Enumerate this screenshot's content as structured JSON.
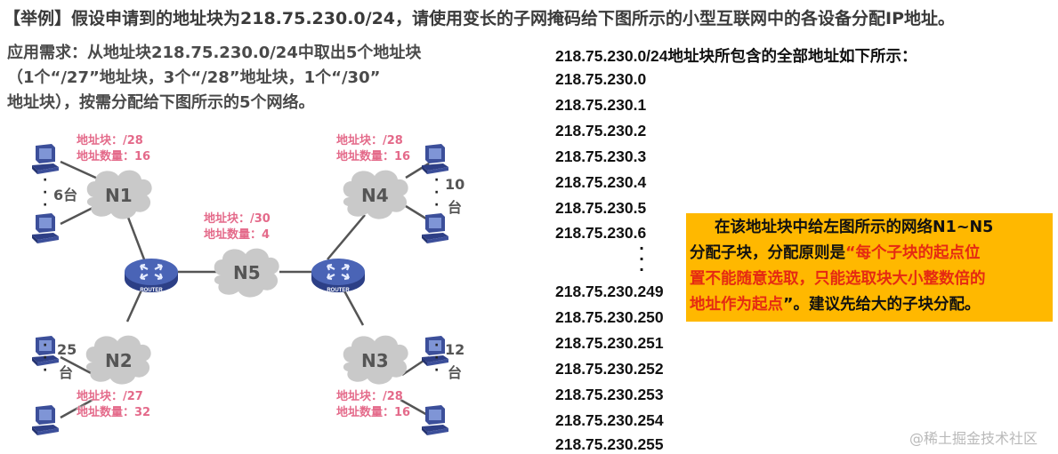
{
  "title": "【举例】假设申请到的地址块为218.75.230.0/24，请使用变长的子网掩码给下图所示的小型互联网中的各设备分配IP地址。",
  "requirement": {
    "lines": [
      "应用需求：从地址块218.75.230.0/24中取出5个地址块",
      "（1个“/27”地址块，3个“/28”地址块，1个“/30”",
      "地址块），按需分配给下图所示的5个网络。"
    ]
  },
  "diagram": {
    "networks": [
      {
        "id": "N1",
        "block_label": "地址块：/28",
        "count_label": "地址数量：16",
        "hosts_num": "6台",
        "hosts_line1": "",
        "hosts_line2": ""
      },
      {
        "id": "N2",
        "block_label": "地址块：/27",
        "count_label": "地址数量：32",
        "hosts_line1": "25",
        "hosts_line2": "台"
      },
      {
        "id": "N3",
        "block_label": "地址块：/28",
        "count_label": "地址数量：16",
        "hosts_line1": "12",
        "hosts_line2": "台"
      },
      {
        "id": "N4",
        "block_label": "地址块：/28",
        "count_label": "地址数量：16",
        "hosts_line1": "10",
        "hosts_line2": "台"
      },
      {
        "id": "N5",
        "block_label": "地址块：/30",
        "count_label": "地址数量：4"
      }
    ],
    "routers": [
      {
        "label": "ROUTER"
      },
      {
        "label": "ROUTER"
      }
    ],
    "colors": {
      "cloud": "#c9c9c9",
      "router": "#3f58a8",
      "computer": "#3c4f9a",
      "label_pink": "#e46a8a",
      "link": "#555555"
    }
  },
  "address_list": {
    "heading": "218.75.230.0/24地址块所包含的全部地址如下所示：",
    "top": [
      "218.75.230.0",
      "218.75.230.1",
      "218.75.230.2",
      "218.75.230.3",
      "218.75.230.4",
      "218.75.230.5",
      "218.75.230.6"
    ],
    "bottom": [
      "218.75.230.249",
      "218.75.230.250",
      "218.75.230.251",
      "218.75.230.252",
      "218.75.230.253",
      "218.75.230.254",
      "218.75.230.255"
    ]
  },
  "note": {
    "line1": "在该地址块中给左图所示的网络N1~N5",
    "line2_black": "分配子块，分配原则是",
    "line2_red": "“每个子块的起点位",
    "line3_red": "置不能随意选取，只能选取块大小整数倍的",
    "line4_red": "地址作为起点",
    "line4_black": "”。建议先给大的子块分配。",
    "bg_color": "#ffb800",
    "highlight_color": "#e52a12"
  },
  "watermark": "@稀土掘金技术社区"
}
